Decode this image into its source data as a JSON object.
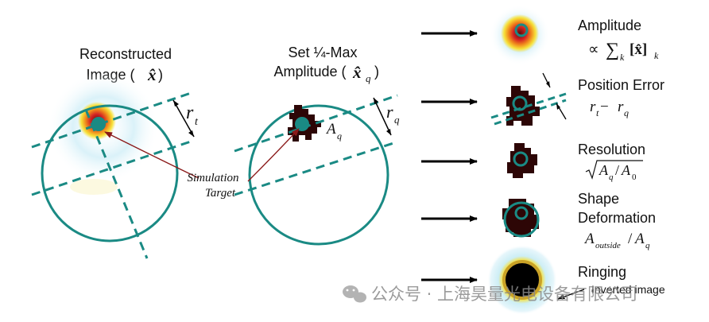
{
  "panel_left": {
    "title_line1": "Reconstructed",
    "title_line2": "Image (",
    "title_var": "x̂",
    "title_close": ")",
    "radius_symbol": "r",
    "radius_sub": "t",
    "annotation_line1": "Simulation",
    "annotation_line2": "Target"
  },
  "panel_middle": {
    "title_line1": "Set ¼-Max",
    "title_line2": "Amplitude (",
    "title_var": "x̂",
    "title_sub": "q",
    "title_close": ")",
    "radius_symbol": "r",
    "radius_sub": "q",
    "area_symbol": "A",
    "area_sub": "q"
  },
  "metrics": [
    {
      "name": "Amplitude",
      "formula_prefix": "∝ ",
      "formula_sum": "∑",
      "formula_sum_sub": "k",
      "formula_body": "[x̂]",
      "formula_body_sub": "k"
    },
    {
      "name": "Position Error",
      "formula_a": "r",
      "formula_a_sub": "t",
      "formula_op": " − ",
      "formula_b": "r",
      "formula_b_sub": "q"
    },
    {
      "name": "Resolution",
      "formula_a": "A",
      "formula_a_sub": "q",
      "formula_op": "/",
      "formula_b": "A",
      "formula_b_sub": "0"
    },
    {
      "name_line1": "Shape",
      "name_line2": "Deformation",
      "formula_a": "A",
      "formula_a_sub": "outside",
      "formula_op": "/",
      "formula_b": "A",
      "formula_b_sub": "q"
    },
    {
      "name": "Ringing",
      "note": "Inverted image"
    }
  ],
  "watermark": "公众号 · 上海昊量光电设备有限公司",
  "colors": {
    "teal": "#1a8a84",
    "arrow": "#000000",
    "pointer": "#8b1a1a",
    "dark_blob": "#2d0606",
    "hot_red": "#d42424",
    "hot_yellow": "#f7e13a",
    "halo": "#bfe6f2"
  }
}
